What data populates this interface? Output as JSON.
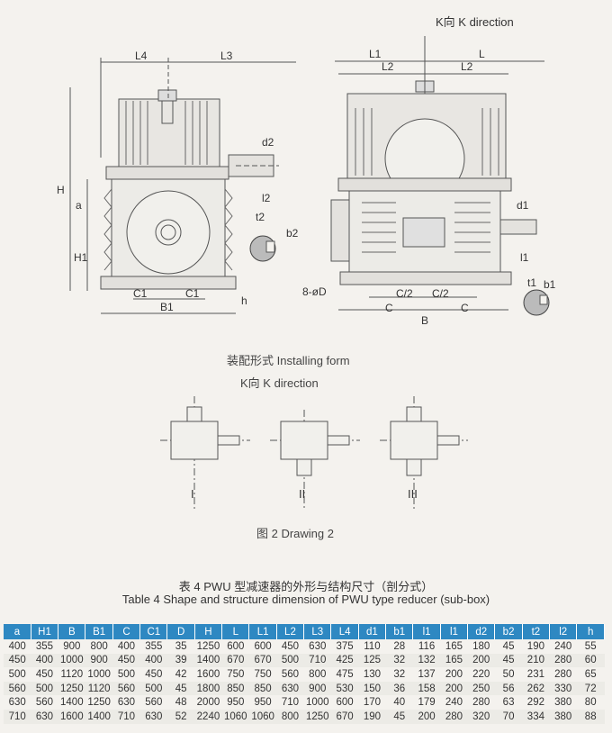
{
  "drawing1": {
    "left_labels": {
      "L4": "L4",
      "L3": "L3",
      "H": "H",
      "a": "a",
      "H1": "H1",
      "d2": "d2",
      "l2": "l2",
      "t2": "t2",
      "b2": "b2",
      "C1_left": "C1",
      "C1_right": "C1",
      "B1": "B1",
      "h": "h"
    },
    "right_labels": {
      "k_direction": "K向  K direction",
      "L1": "L1",
      "L2_left": "L2",
      "L": "L",
      "L2_right": "L2",
      "d1": "d1",
      "l1": "l1",
      "t1": "t1",
      "b1": "b1",
      "bolt": "8-øD",
      "C2_left": "C/2",
      "C2_right": "C/2",
      "C_left": "C",
      "C_right": "C",
      "B": "B"
    },
    "caption": "装配形式  Installing form"
  },
  "installing": {
    "k_direction": "K向  K direction",
    "forms": [
      "I",
      "II",
      "III"
    ],
    "caption": "图 2   Drawing 2"
  },
  "table": {
    "title_cn": "表 4    PWU 型减速器的外形与结构尺寸（剖分式）",
    "title_en": "Table 4  Shape and structure dimension of PWU type reducer (sub-box)",
    "headers": [
      "a",
      "H1",
      "B",
      "B1",
      "C",
      "C1",
      "D",
      "H",
      "L",
      "L1",
      "L2",
      "L3",
      "L4",
      "d1",
      "b1",
      "l1",
      "l1",
      "d2",
      "b2",
      "t2",
      "l2",
      "h"
    ],
    "rows": [
      [
        "400",
        "355",
        "900",
        "800",
        "400",
        "355",
        "35",
        "1250",
        "600",
        "600",
        "450",
        "630",
        "375",
        "110",
        "28",
        "116",
        "165",
        "180",
        "45",
        "190",
        "240",
        "55"
      ],
      [
        "450",
        "400",
        "1000",
        "900",
        "450",
        "400",
        "39",
        "1400",
        "670",
        "670",
        "500",
        "710",
        "425",
        "125",
        "32",
        "132",
        "165",
        "200",
        "45",
        "210",
        "280",
        "60"
      ],
      [
        "500",
        "450",
        "1120",
        "1000",
        "500",
        "450",
        "42",
        "1600",
        "750",
        "750",
        "560",
        "800",
        "475",
        "130",
        "32",
        "137",
        "200",
        "220",
        "50",
        "231",
        "280",
        "65"
      ],
      [
        "560",
        "500",
        "1250",
        "1120",
        "560",
        "500",
        "45",
        "1800",
        "850",
        "850",
        "630",
        "900",
        "530",
        "150",
        "36",
        "158",
        "200",
        "250",
        "56",
        "262",
        "330",
        "72"
      ],
      [
        "630",
        "560",
        "1400",
        "1250",
        "630",
        "560",
        "48",
        "2000",
        "950",
        "950",
        "710",
        "1000",
        "600",
        "170",
        "40",
        "179",
        "240",
        "280",
        "63",
        "292",
        "380",
        "80"
      ],
      [
        "710",
        "630",
        "1600",
        "1400",
        "710",
        "630",
        "52",
        "2240",
        "1060",
        "1060",
        "800",
        "1250",
        "670",
        "190",
        "45",
        "200",
        "280",
        "320",
        "70",
        "334",
        "380",
        "88"
      ]
    ]
  }
}
